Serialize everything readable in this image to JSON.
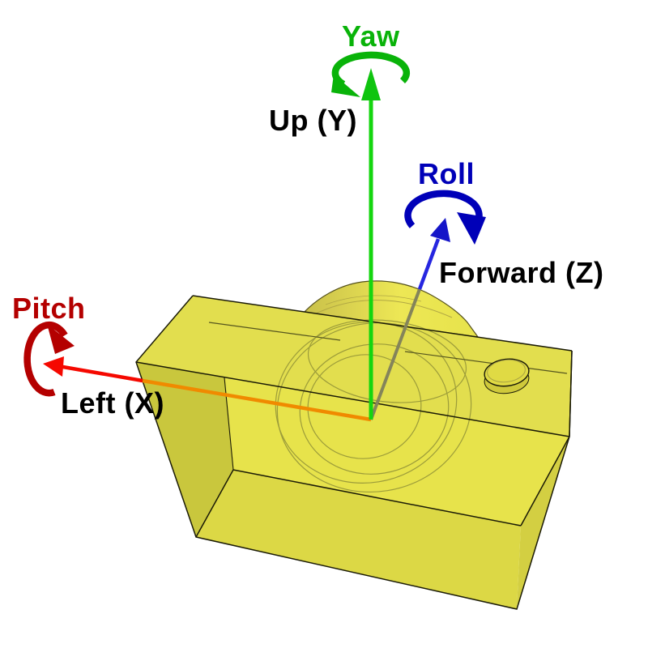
{
  "labels": {
    "yaw": "Yaw",
    "up": "Up (Y)",
    "roll": "Roll",
    "forward": "Forward (Z)",
    "pitch": "Pitch",
    "left": "Left (X)"
  },
  "colors": {
    "yaw_green": "#09B309",
    "up_green": "#14D60E",
    "up_head_green": "#0FC40F",
    "roll_blue": "#0000B8",
    "forward_blue": "#2626E0",
    "forward_head_blue": "#1515C8",
    "pitch_red": "#B40000",
    "left_red": "#F50800",
    "label_black": "#000000",
    "inside_orange": "#F08A00",
    "inside_gray": "#84845A",
    "body_front": "#E7E34B",
    "body_top": "#E2DE4E",
    "body_left": "#C9C73D",
    "body_bottom": "#DCD845",
    "body_right": "#D3CF42",
    "dome_dark": "#C9C04A",
    "dome_light": "#EDE755",
    "edge_dark": "#1A1A06",
    "wire_olive": "#9C9C3A",
    "hidden_edge": "#55551E",
    "hole_wall": "#CFC93B",
    "hole_top": "#E0DA44",
    "facet_line": "#B1A844"
  }
}
